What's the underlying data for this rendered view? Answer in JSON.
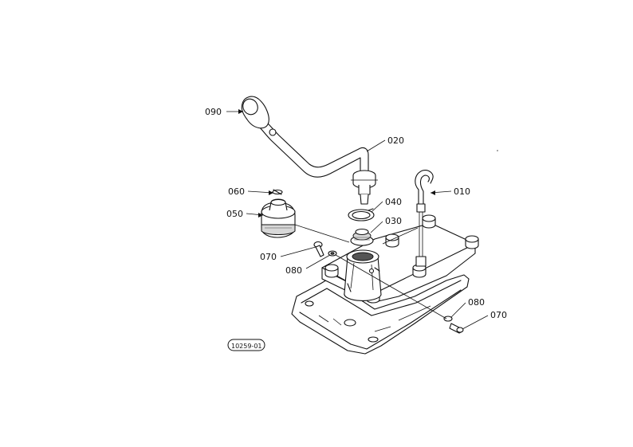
{
  "callouts": {
    "p090": "090",
    "p020": "020",
    "p060": "060",
    "p050": "050",
    "p040": "040",
    "p030": "030",
    "p010": "010",
    "p070a": "070",
    "p080a": "080",
    "p080b": "080",
    "p070b": "070"
  },
  "diagram_code": "10259-01"
}
